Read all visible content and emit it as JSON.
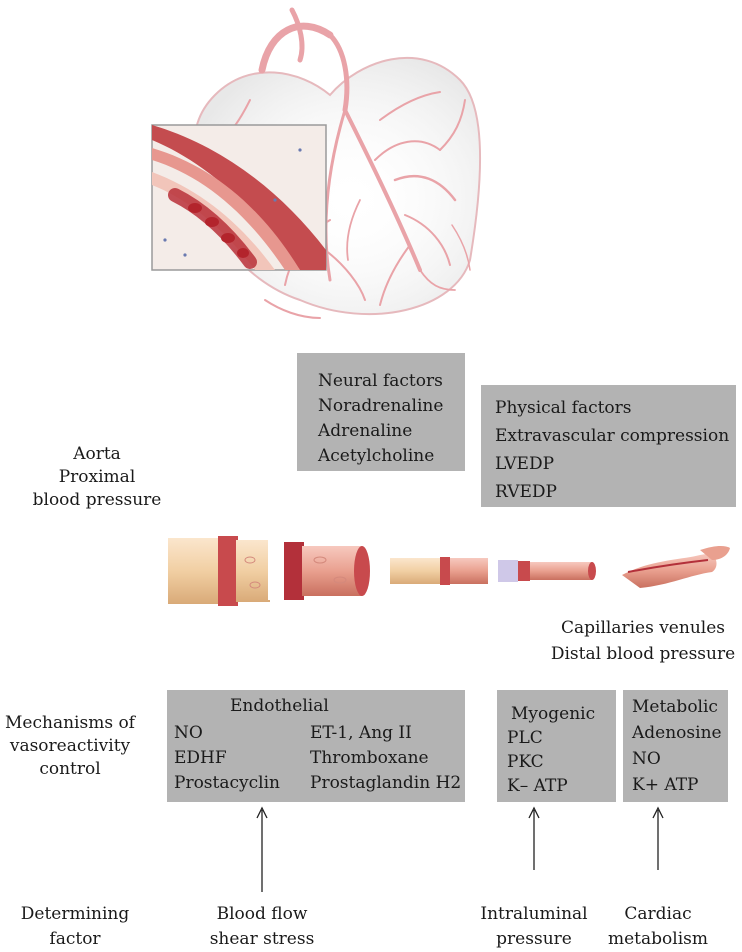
{
  "neural_box": {
    "lines": [
      "Neural factors",
      "Noradrenaline",
      "Adrenaline",
      "Acetylcholine"
    ]
  },
  "physical_box": {
    "lines": [
      "Physical factors",
      "Extravascular compression",
      "LVEDP",
      "RVEDP"
    ]
  },
  "aorta_label": {
    "lines": [
      "Aorta",
      "Proximal",
      "blood pressure"
    ]
  },
  "capillaries_label": {
    "lines": [
      "Capillaries venules",
      "Distal blood pressure"
    ]
  },
  "mechanisms_label": {
    "lines": [
      "Mechanisms of",
      "vasoreactivity",
      "control"
    ]
  },
  "endothelial_box": {
    "title": "Endothelial",
    "left": [
      "NO",
      "EDHF",
      "Prostacyclin"
    ],
    "right": [
      "ET-1, Ang II",
      "Thromboxane",
      "Prostaglandin H2"
    ]
  },
  "myogenic_box": {
    "lines": [
      "Myogenic",
      "PLC",
      "PKC",
      "K– ATP"
    ]
  },
  "metabolic_box": {
    "lines": [
      "Metabolic",
      "Adenosine",
      "NO",
      "K+ ATP"
    ]
  },
  "determining_label": {
    "lines": [
      "Determining",
      "factor"
    ]
  },
  "blood_flow_label": {
    "lines": [
      "Blood flow",
      "shear stress"
    ]
  },
  "intraluminal_label": {
    "lines": [
      "Intraluminal",
      "pressure"
    ]
  },
  "cardiac_label": {
    "lines": [
      "Cardiac",
      "metabolism"
    ]
  },
  "colors": {
    "box_fill": "#b3b3b3",
    "vessel_pink": "#e9a3a8",
    "vessel_red": "#c0424a",
    "tube_beige": "#f1cfa3",
    "arrow": "#222222"
  }
}
